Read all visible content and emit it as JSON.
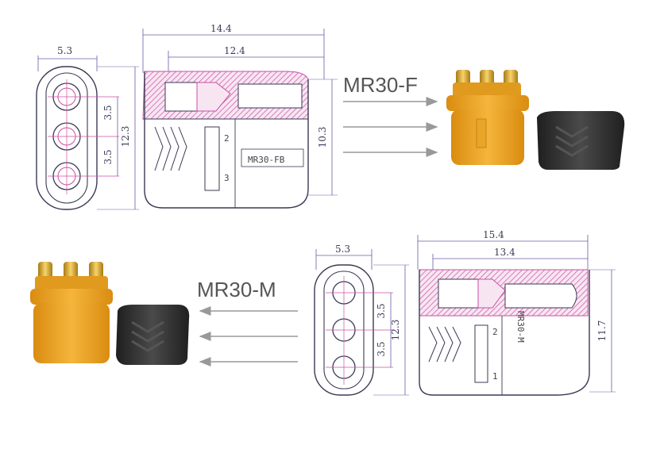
{
  "top": {
    "label": "MR30-F",
    "part_label": "MR30-FB",
    "front_view": {
      "width": "5.3",
      "pitch_top": "3.5",
      "pitch_bottom": "3.5",
      "height": "12.3"
    },
    "side_view": {
      "length_total": "14.4",
      "length_inner": "12.4",
      "height": "10.3",
      "pin_2": "2",
      "pin_3": "3"
    }
  },
  "bottom": {
    "label": "MR30-M",
    "part_label": "MR30-M",
    "front_view": {
      "width": "5.3",
      "pitch_top": "3.5",
      "pitch_bottom": "3.5",
      "height": "12.3"
    },
    "side_view": {
      "length_total": "15.4",
      "length_inner": "13.4",
      "height": "11.7",
      "pin_1": "1",
      "pin_2": "2"
    }
  },
  "colors": {
    "outline": "#3a3a55",
    "dimension": "#6b5aa8",
    "hatch": "#cc4fa3",
    "connector_yellow": "#f0a81e",
    "pin_gold": "#d9a22a",
    "cap_black": "#2f2f2f",
    "arrow": "#999999"
  }
}
